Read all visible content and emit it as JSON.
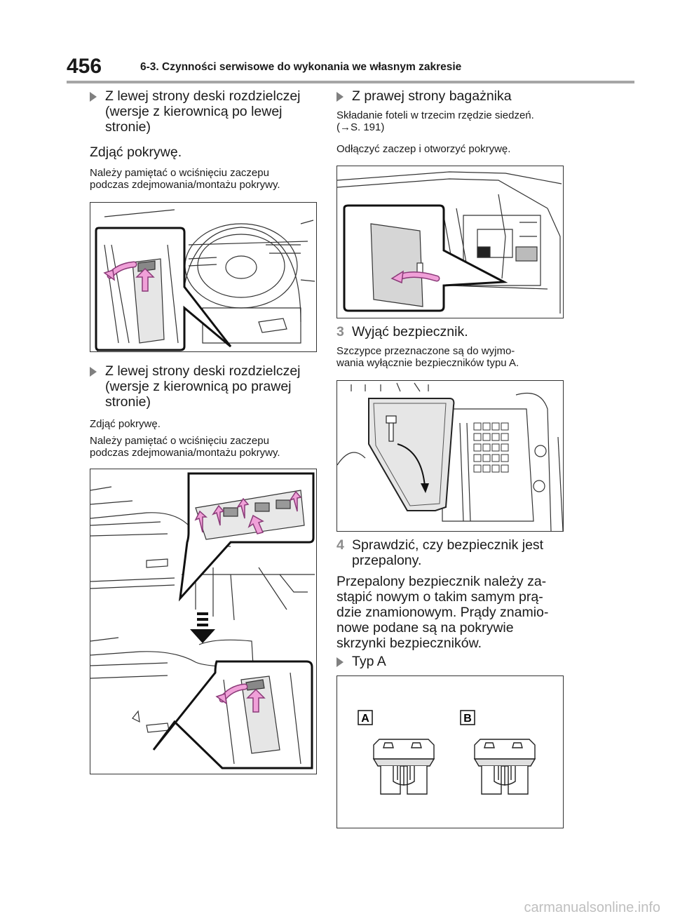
{
  "header": {
    "page_number": "456",
    "section_title": "6-3. Czynności serwisowe do wykonania we własnym zakresie"
  },
  "left": {
    "bullet1": [
      "Z lewej strony deski rozdzielczej",
      "(wersje z kierownicą po lewej",
      "stronie)"
    ],
    "instr1": "Zdjąć pokrywę.",
    "note1": [
      "Należy pamiętać o wciśnięciu zaczepu",
      "podczas zdejmowania/montażu pokrywy."
    ],
    "bullet2": [
      "Z lewej strony deski rozdzielczej",
      "(wersje z kierownicą po prawej",
      "stronie)"
    ],
    "instr2": "Zdjąć pokrywę.",
    "note2": [
      "Należy pamiętać o wciśnięciu zaczepu",
      "podczas zdejmowania/montażu pokrywy."
    ]
  },
  "right": {
    "bullet1": "Z prawej strony bagażnika",
    "note1": [
      "Składanie foteli w trzecim rzędzie siedzeń.",
      "(→S. 191)"
    ],
    "instr1": "Odłączyć zaczep i otworzyć pokrywę.",
    "step3": {
      "num": "3",
      "text": "Wyjąć bezpiecznik."
    },
    "step3_note": [
      "Szczypce przeznaczone są do wyjmo-",
      "wania wyłącznie bezpieczników typu A."
    ],
    "step4": {
      "num": "4",
      "lines": [
        "Sprawdzić, czy bezpiecznik jest",
        "przepalony."
      ]
    },
    "step4_body": [
      "Przepalony bezpiecznik należy za-",
      "stąpić nowym o takim samym prą-",
      "dzie znamionowym. Prądy znamio-",
      "nowe podane są na pokrywie",
      "skrzynki bezpieczników."
    ],
    "bullet2": "Typ A",
    "fuse_labels": [
      "A",
      "B"
    ]
  },
  "watermark": "carmanualsonline.info",
  "colors": {
    "arrow": "#f0a0d8",
    "arrow_stroke": "#8a3a78",
    "rule": "#a6a6a6",
    "marker": "#808080"
  }
}
